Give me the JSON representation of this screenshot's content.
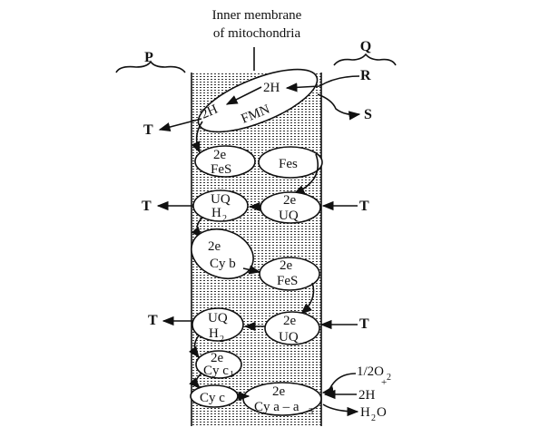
{
  "title": {
    "line1": "Inner membrane",
    "line2": "of mitochondria"
  },
  "sides": {
    "left": "P",
    "right": "Q"
  },
  "inputs": {
    "r": "R",
    "s": "S",
    "t": "T"
  },
  "complex1": {
    "h_top": "2H",
    "h_bottom": "2H",
    "fmn": "FMN"
  },
  "row1": {
    "left_top": "2e",
    "left_bottom": "FeS",
    "right": "Fes"
  },
  "row2": {
    "left_top": "UQ",
    "left_bottom": "H",
    "left_sub": "2",
    "right_top": "2e",
    "right_bottom": "UQ"
  },
  "row3": {
    "left_top": "2e",
    "left_bottom": "Cy b",
    "right_top": "2e",
    "right_bottom": "FeS"
  },
  "row4": {
    "left_top": "UQ",
    "left_bottom": "H",
    "left_sub": "2",
    "right_top": "2e",
    "right_bottom": "UQ"
  },
  "row5": {
    "top": "2e",
    "bottom": "Cy c",
    "sub": "1"
  },
  "row6": {
    "left": "Cy c",
    "right_top": "2e",
    "right_bottom": "Cy a – a",
    "right_sub": "3"
  },
  "products": {
    "o2_prefix": "1/2O",
    "o2_sub": "2",
    "h": "2H",
    "h_sup": "+",
    "water_prefix": "H",
    "water_sub": "2",
    "water_suffix": "O"
  }
}
